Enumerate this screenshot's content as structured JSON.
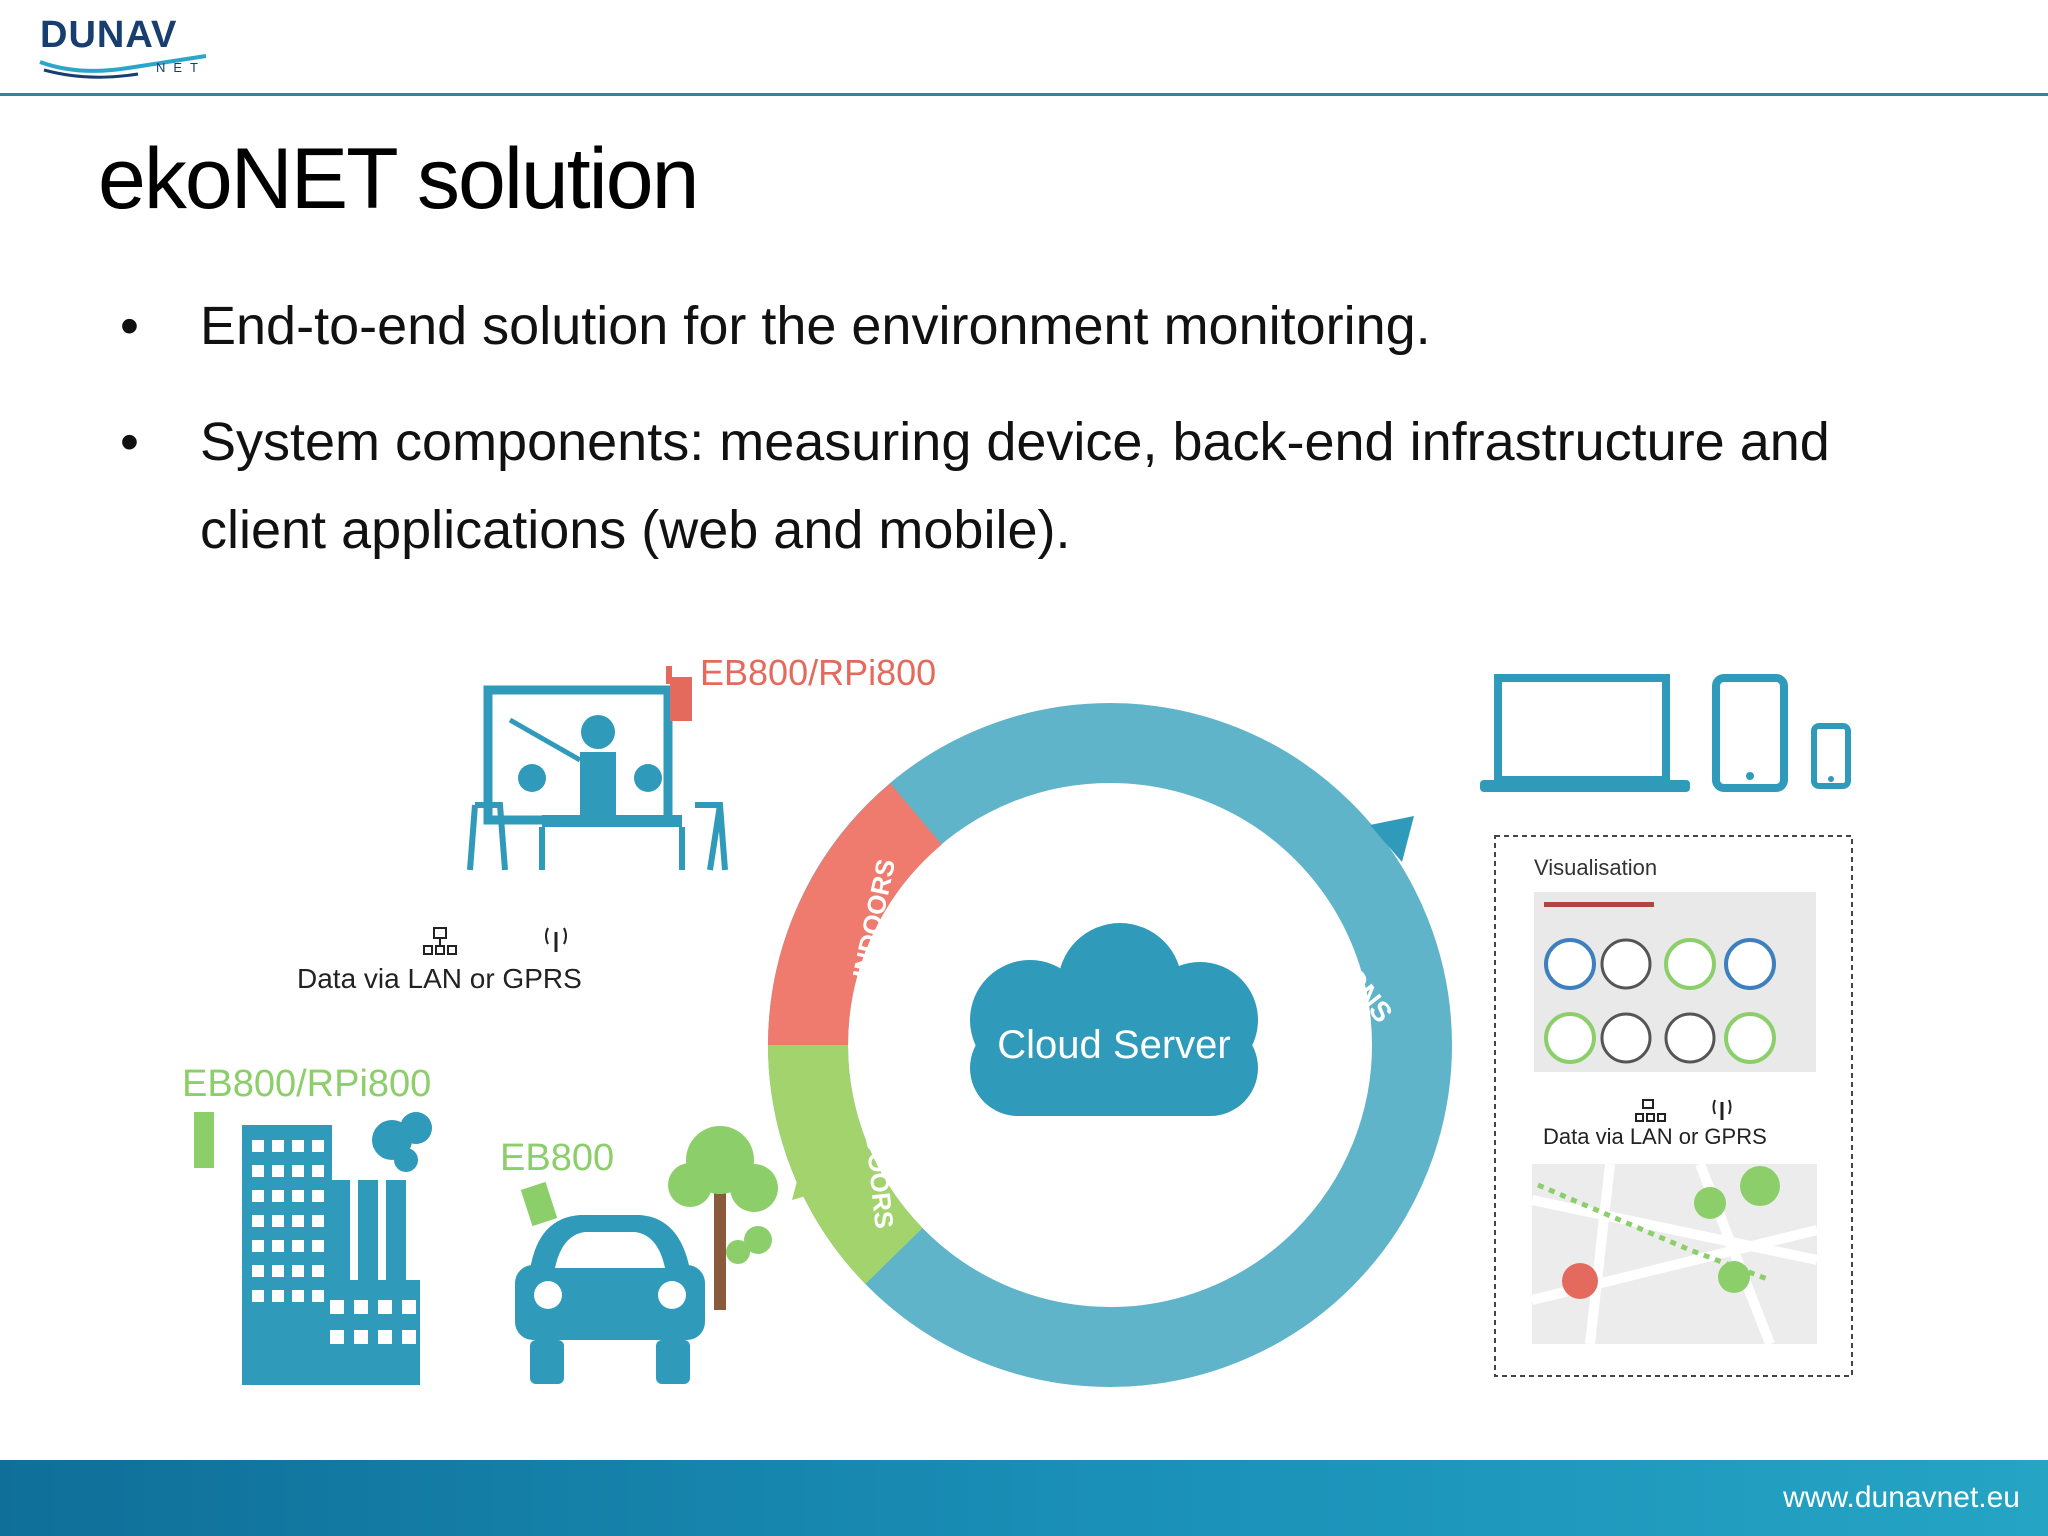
{
  "brand": {
    "logo_word": "DUNAV",
    "logo_sub": "NET"
  },
  "slide": {
    "title": "ekoNET solution",
    "bullets": [
      "End-to-end solution for the environment monitoring.",
      "System components: measuring device, back-end infrastructure and client applications (web and mobile)."
    ],
    "bullet_symbol": "•"
  },
  "diagram": {
    "device_top": "EB800/RPi800",
    "device_left": "EB800/RPi800",
    "device_car": "EB800",
    "data_link_left": "Data via LAN or GPRS",
    "data_link_right": "Data via LAN or GPRS",
    "cloud": "Cloud Server",
    "ring_applications": "APPLICATIONS",
    "ring_indoors": "INDOORS",
    "ring_outdoors": "OUTDOORS",
    "panel_title": "Visualisation",
    "colors": {
      "ring": "#5fb4ca",
      "indoors": "#ef7a6e",
      "outdoors": "#a3d36c",
      "icon": "#2f9ab9",
      "device": "#e56a5e",
      "green": "#8ccf6a"
    }
  },
  "footer": {
    "url": "www.dunavnet.eu"
  }
}
